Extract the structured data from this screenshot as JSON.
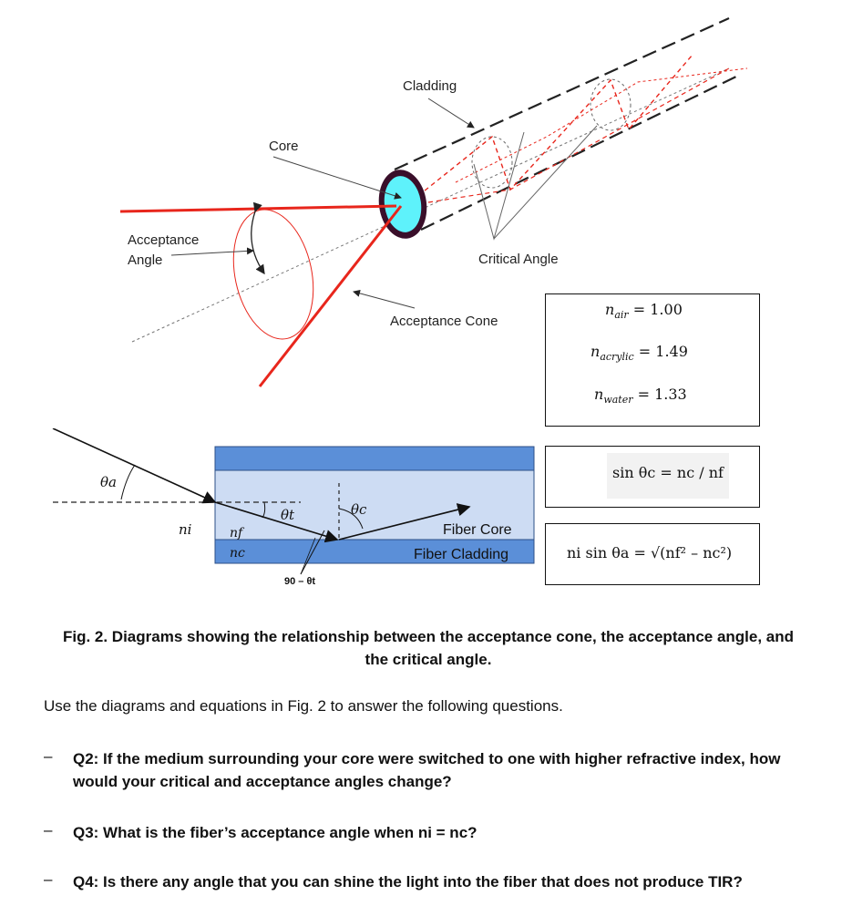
{
  "figure": {
    "top_labels": {
      "cladding": "Cladding",
      "core": "Core",
      "acceptance_angle_line1": "Acceptance",
      "acceptance_angle_line2": "Angle",
      "critical_angle": "Critical Angle",
      "acceptance_cone": "Acceptance Cone"
    },
    "bottom_labels": {
      "theta_a": "θa",
      "theta_t": "θt",
      "theta_c": "θc",
      "n_i": "ni",
      "n_f": "nf",
      "n_c": "nc",
      "ninety_minus": "90 – θt",
      "fiber_core": "Fiber Core",
      "fiber_cladding": "Fiber Cladding"
    },
    "indices": {
      "air_label": "n",
      "air_sub": "air",
      "air_value": "= 1.00",
      "acrylic_label": "n",
      "acrylic_sub": "acrylic",
      "acrylic_value": "= 1.49",
      "water_label": "n",
      "water_sub": "water",
      "water_value": "= 1.33"
    },
    "equations": {
      "critical": "sin θc = nc / nf",
      "acceptance": "ni sin θa = √(nf² – nc²)"
    },
    "colors": {
      "ray": "#e8261c",
      "core_fill": "#5ef2fb",
      "cladding_ring": "#3a0f2a",
      "band_dark": "#5b8fd8",
      "band_light": "#cddcf3"
    }
  },
  "caption": "Fig. 2. Diagrams showing the relationship between the acceptance cone, the acceptance angle, and the critical angle.",
  "intro": "Use the diagrams and equations in Fig. 2 to answer the following questions.",
  "questions": [
    {
      "bullet": "–",
      "text": "Q2: If the medium surrounding your core were switched to one with higher refractive index, how would your critical and acceptance angles change?"
    },
    {
      "bullet": "–",
      "text": "Q3: What is the fiber’s acceptance angle when ni = nc?"
    },
    {
      "bullet": "–",
      "text": "Q4: Is there any angle that you can shine the light into the fiber that does not produce TIR?"
    }
  ]
}
